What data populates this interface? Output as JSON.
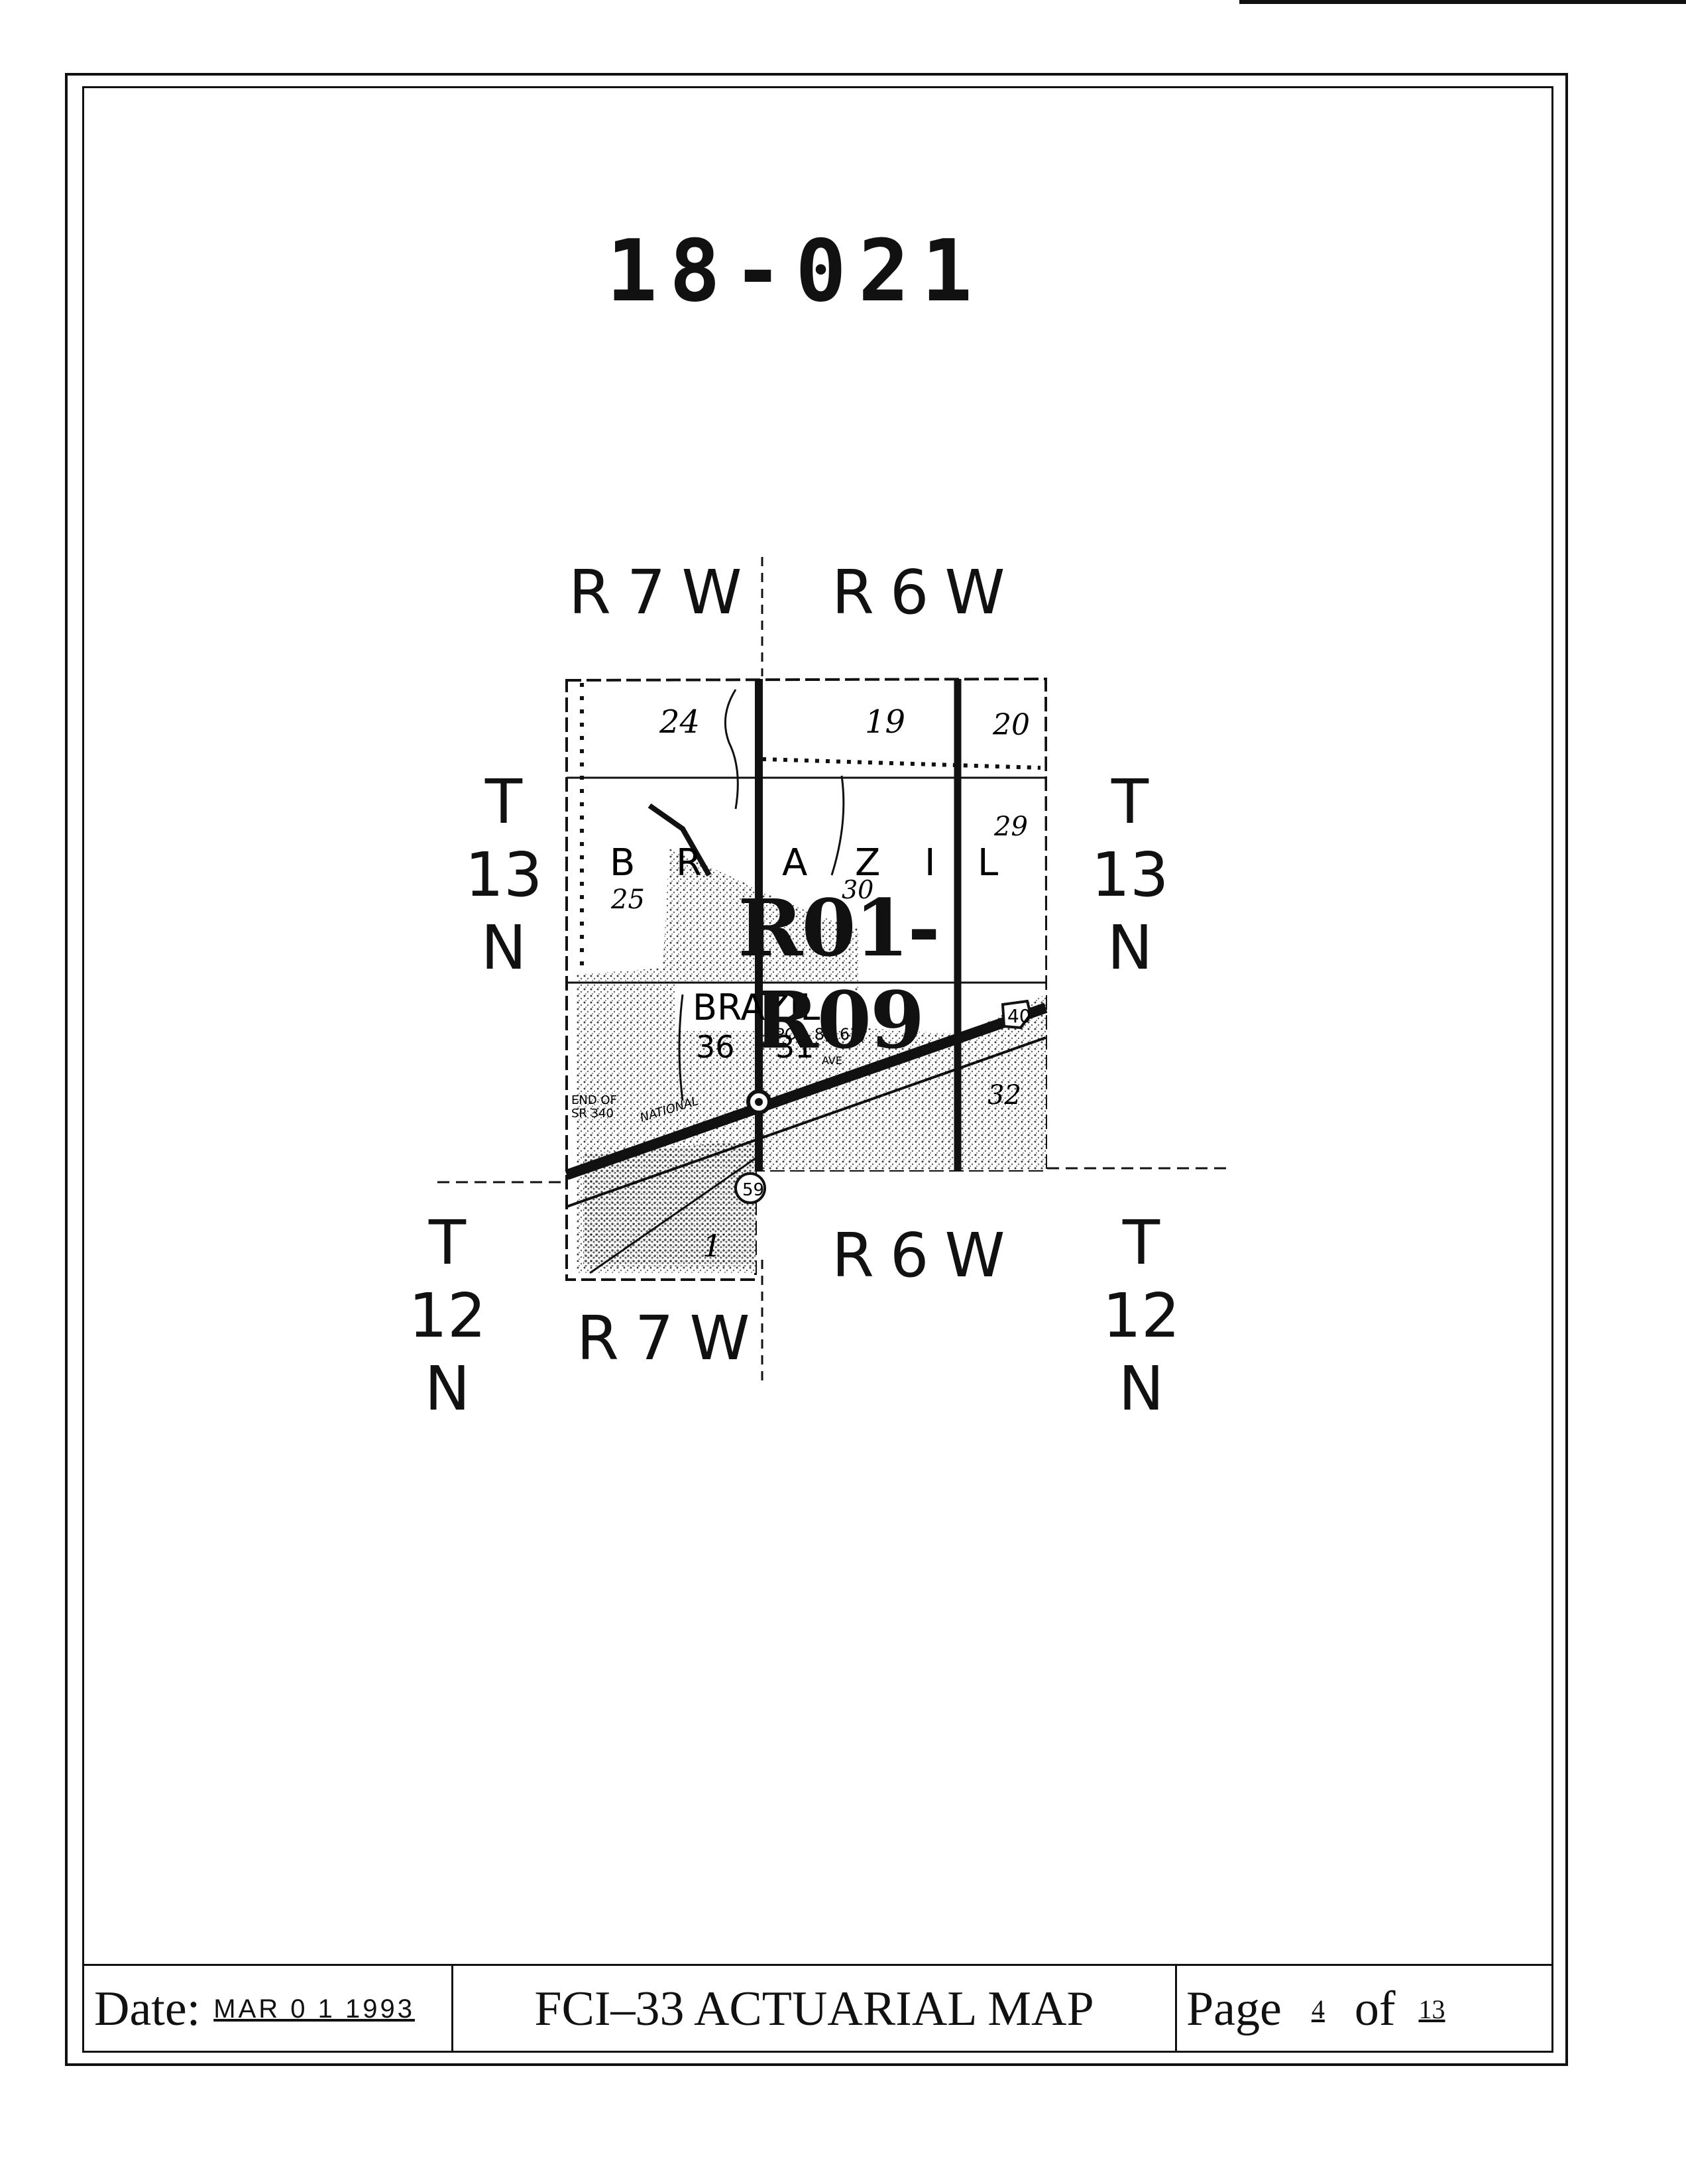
{
  "map_id": "18-021",
  "range_labels": {
    "top_left": "R7W",
    "top_right": "R6W",
    "bottom_left": "R7W",
    "bottom_right": "R6W"
  },
  "township_labels": {
    "upper_left": [
      "T",
      "13",
      "N"
    ],
    "upper_right": [
      "T",
      "13",
      "N"
    ],
    "lower_left": [
      "T",
      "12",
      "N"
    ],
    "lower_right": [
      "T",
      "12",
      "N"
    ]
  },
  "map_sections": [
    "24",
    "19",
    "20",
    "25",
    "30",
    "29",
    "36",
    "31",
    "32",
    "1"
  ],
  "map_text": {
    "town_letters": [
      "B",
      "R",
      "A",
      "Z",
      "I",
      "L"
    ],
    "town_name": "BRAZIL",
    "population": "(POP. 8,163)",
    "ave": "AVE",
    "national": "NATIONAL",
    "end_of_1": "END OF",
    "end_of_2": "SR 340",
    "us_route": "40",
    "state_route": "59"
  },
  "stamp": "R01-R09",
  "footer": {
    "date_label": "Date:",
    "date_value": "MAR 0 1 1993",
    "title": "FCI–33 ACTUARIAL MAP",
    "page_label": "Page",
    "page_number": "4",
    "of_label": "of",
    "total_pages": "13"
  }
}
